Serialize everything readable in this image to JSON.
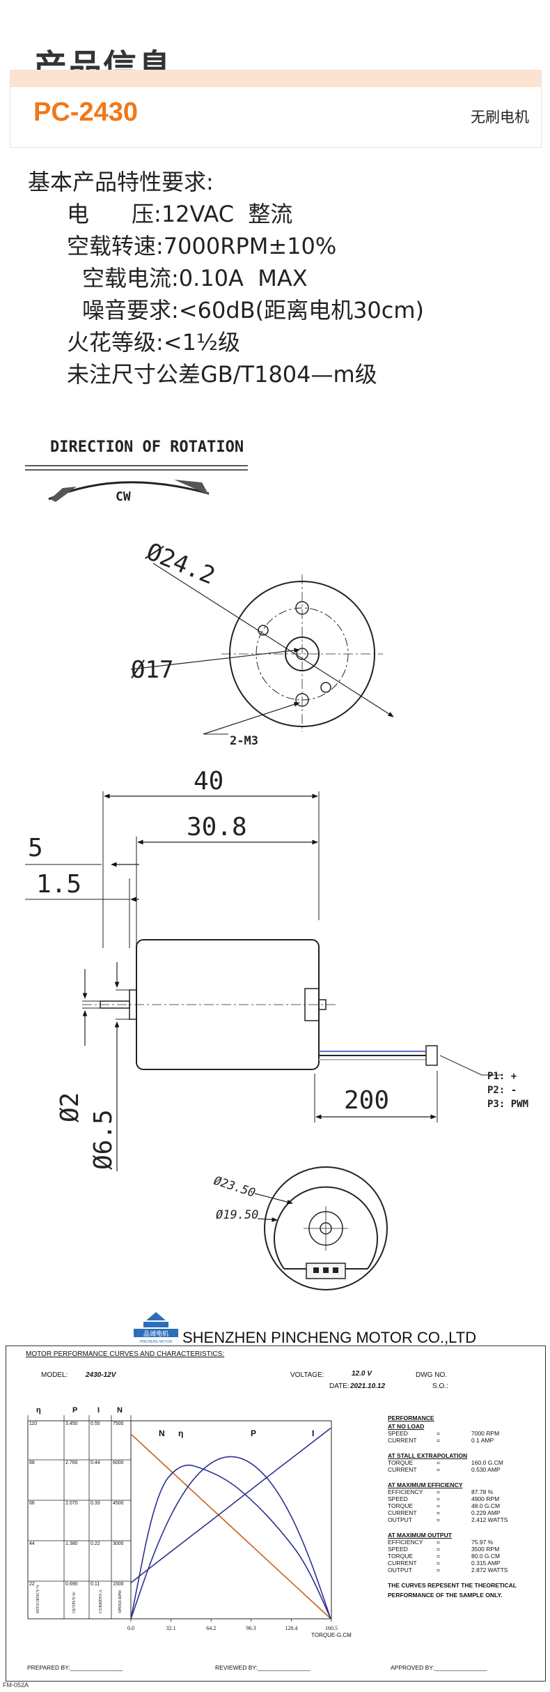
{
  "header": {
    "page_title": "产品信息",
    "model": "PC-2430",
    "product_type": "无刷电机"
  },
  "specs": {
    "heading": "基本产品特性要求:",
    "lines": [
      "电      压:12VAC  整流",
      "空载转速:7000RPM±10%",
      "空载电流:0.10A  MAX",
      "噪音要求:<60dB(距离电机30cm)",
      "火花等级:<1½级",
      "未注尺寸公差GB/T1804—m级"
    ]
  },
  "drawing": {
    "direction_label": "DIRECTION OF ROTATION",
    "rotation": "CW",
    "dims": {
      "outer_diameter": "Ø24.2",
      "bolt_circle": "Ø17",
      "holes": "2-M3",
      "length": "40",
      "body_length": "30.8",
      "boss": "5",
      "shaft_step": "1.5",
      "shaft_dia": "Ø2",
      "boss_dia": "Ø6.5",
      "lead_length": "200",
      "rear_outer": "Ø23.50",
      "rear_inner": "Ø19.50"
    },
    "pins": [
      "P1: +",
      "P2: -",
      "P3: PWM"
    ]
  },
  "company": {
    "name": "SHENZHEN PINCHENG MOTOR CO.,LTD",
    "logo_text": "品诚电机",
    "logo_sub": "PINCHENG MOTOR"
  },
  "perf": {
    "title": "MOTOR PERFORMANCE CURVES AND CHARACTERISTICS:",
    "model_label": "MODEL:",
    "model_value": "2430-12V",
    "voltage_label": "VOLTAGE:",
    "voltage_value": "12.0  V",
    "date_label": "DATE:",
    "date_value": "2021.10.12",
    "dwg_label": "DWG NO.",
    "so_label": "S.O.:",
    "col_headers": [
      "η",
      "P",
      "I",
      "N"
    ],
    "scale_rows": [
      [
        "110",
        "3.450",
        "0.55",
        "7500"
      ],
      [
        "88",
        "2.760",
        "0.44",
        "6000"
      ],
      [
        "66",
        "2.070",
        "0.33",
        "4500"
      ],
      [
        "44",
        "1.380",
        "0.22",
        "3000"
      ],
      [
        "22",
        "0.690",
        "0.11",
        "1500"
      ]
    ],
    "axis_names": [
      "EFFICIENCY-%",
      "OUTPUT-W",
      "CURRENT-A",
      "SPEED-RPM"
    ],
    "x_ticks": [
      "0.0",
      "32.1",
      "64.2",
      "96.3",
      "128.4",
      "160.5"
    ],
    "x_label": "TORQUE-G.CM",
    "curve_labels": [
      "N",
      "η",
      "P",
      "I"
    ],
    "colors": {
      "speed": "#c8601a",
      "efficiency": "#2b2f8f",
      "output": "#2b2f8f",
      "current": "#2b2f8f"
    },
    "sections": [
      {
        "title": "PERFORMANCE",
        "sub": "AT NO LOAD",
        "rows": [
          [
            "SPEED",
            "=",
            "7000 RPM"
          ],
          [
            "CURRENT",
            "=",
            "0.1 AMP"
          ]
        ]
      },
      {
        "title": "",
        "sub": "AT STALL EXTRAPOLATION",
        "rows": [
          [
            "TORQUE",
            "=",
            "160.0 G.CM"
          ],
          [
            "CURRENT",
            "=",
            "0.530 AMP"
          ]
        ]
      },
      {
        "title": "",
        "sub": "AT MAXIMUM EFFICIENCY",
        "rows": [
          [
            "EFFICIENCY",
            "=",
            "87.78 %"
          ],
          [
            "SPEED",
            "=",
            "4900 RPM"
          ],
          [
            "TORQUE",
            "=",
            "48.0 G.CM"
          ],
          [
            "CURRENT",
            "=",
            "0.229 AMP"
          ],
          [
            "OUTPUT",
            "=",
            "2.412 WATTS"
          ]
        ]
      },
      {
        "title": "",
        "sub": "AT MAXIMUM OUTPUT",
        "rows": [
          [
            "EFFICIENCY",
            "=",
            "75.97 %"
          ],
          [
            "SPEED",
            "=",
            "3500 RPM"
          ],
          [
            "TORQUE",
            "=",
            "80.0 G.CM"
          ],
          [
            "CURRENT",
            "=",
            "0.315 AMP"
          ],
          [
            "OUTPUT",
            "=",
            "2.872 WATTS"
          ]
        ]
      }
    ],
    "note": "THE CURVES REPESENT THE THEORETICAL PERFORMANCE OF THE SAMPLE ONLY.",
    "prepared_by": "PREPARED BY:________________",
    "reviewed_by": "REVIEWED BY:________________",
    "approved_by": "APPROVED BY:________________"
  },
  "chart_data": {
    "type": "line",
    "title": "MOTOR PERFORMANCE CURVES AND CHARACTERISTICS:",
    "xlabel": "TORQUE-G.CM",
    "xlim": [
      0,
      160.5
    ],
    "x": [
      0,
      20,
      40,
      60,
      80,
      100,
      120,
      140,
      160
    ],
    "series": [
      {
        "name": "N",
        "unit": "RPM",
        "ylim": [
          0,
          7500
        ],
        "values": [
          7000,
          6125,
          5250,
          4375,
          3500,
          2625,
          1750,
          875,
          0
        ]
      },
      {
        "name": "η",
        "unit": "%",
        "ylim": [
          0,
          110
        ],
        "values": [
          0,
          70,
          87,
          83,
          76,
          64,
          49,
          31,
          0
        ]
      },
      {
        "name": "P",
        "unit": "W",
        "ylim": [
          0,
          3.45
        ],
        "values": [
          0,
          1.26,
          2.16,
          2.69,
          2.87,
          2.69,
          2.16,
          1.26,
          0
        ]
      },
      {
        "name": "I",
        "unit": "A",
        "ylim": [
          0,
          0.55
        ],
        "values": [
          0.1,
          0.154,
          0.208,
          0.261,
          0.315,
          0.369,
          0.423,
          0.476,
          0.53
        ]
      }
    ],
    "legend": "none",
    "grid": false
  }
}
